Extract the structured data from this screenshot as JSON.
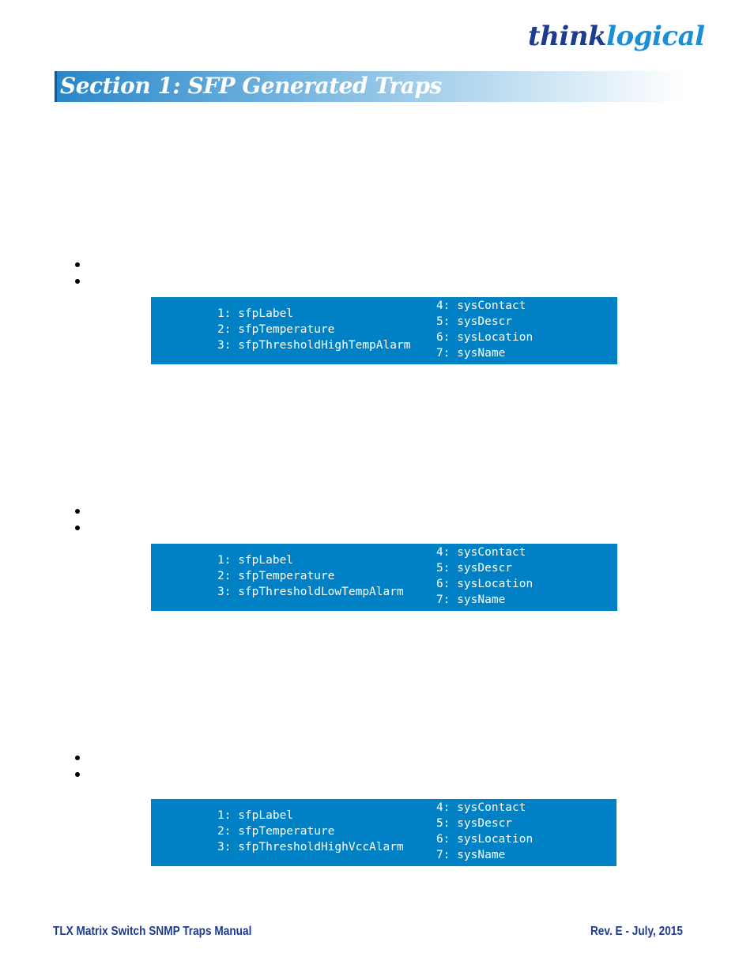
{
  "logo": {
    "part1": "think",
    "part2": "logical"
  },
  "section_title": "Section 1: SFP Generated Traps",
  "trap_boxes": [
    {
      "left": [
        "1: sfpLabel",
        "2: sfpTemperature",
        "3: sfpThresholdHighTempAlarm"
      ],
      "right": [
        "4: sysContact",
        "5: sysDescr",
        "6: sysLocation",
        "7: sysName"
      ]
    },
    {
      "left": [
        "1: sfpLabel",
        "2: sfpTemperature",
        "3: sfpThresholdLowTempAlarm"
      ],
      "right": [
        "4: sysContact",
        "5: sysDescr",
        "6: sysLocation",
        "7: sysName"
      ]
    },
    {
      "left": [
        "1: sfpLabel",
        "2: sfpTemperature",
        "3: sfpThresholdHighVccAlarm"
      ],
      "right": [
        "4: sysContact",
        "5: sysDescr",
        "6: sysLocation",
        "7: sysName"
      ]
    }
  ],
  "footer": {
    "left": "TLX Matrix Switch SNMP Traps Manual",
    "right": "Rev. E - July, 2015"
  },
  "colors": {
    "box": "#0080c5",
    "brand_dark": "#1d3c8f",
    "brand_light": "#1a8fd6"
  }
}
